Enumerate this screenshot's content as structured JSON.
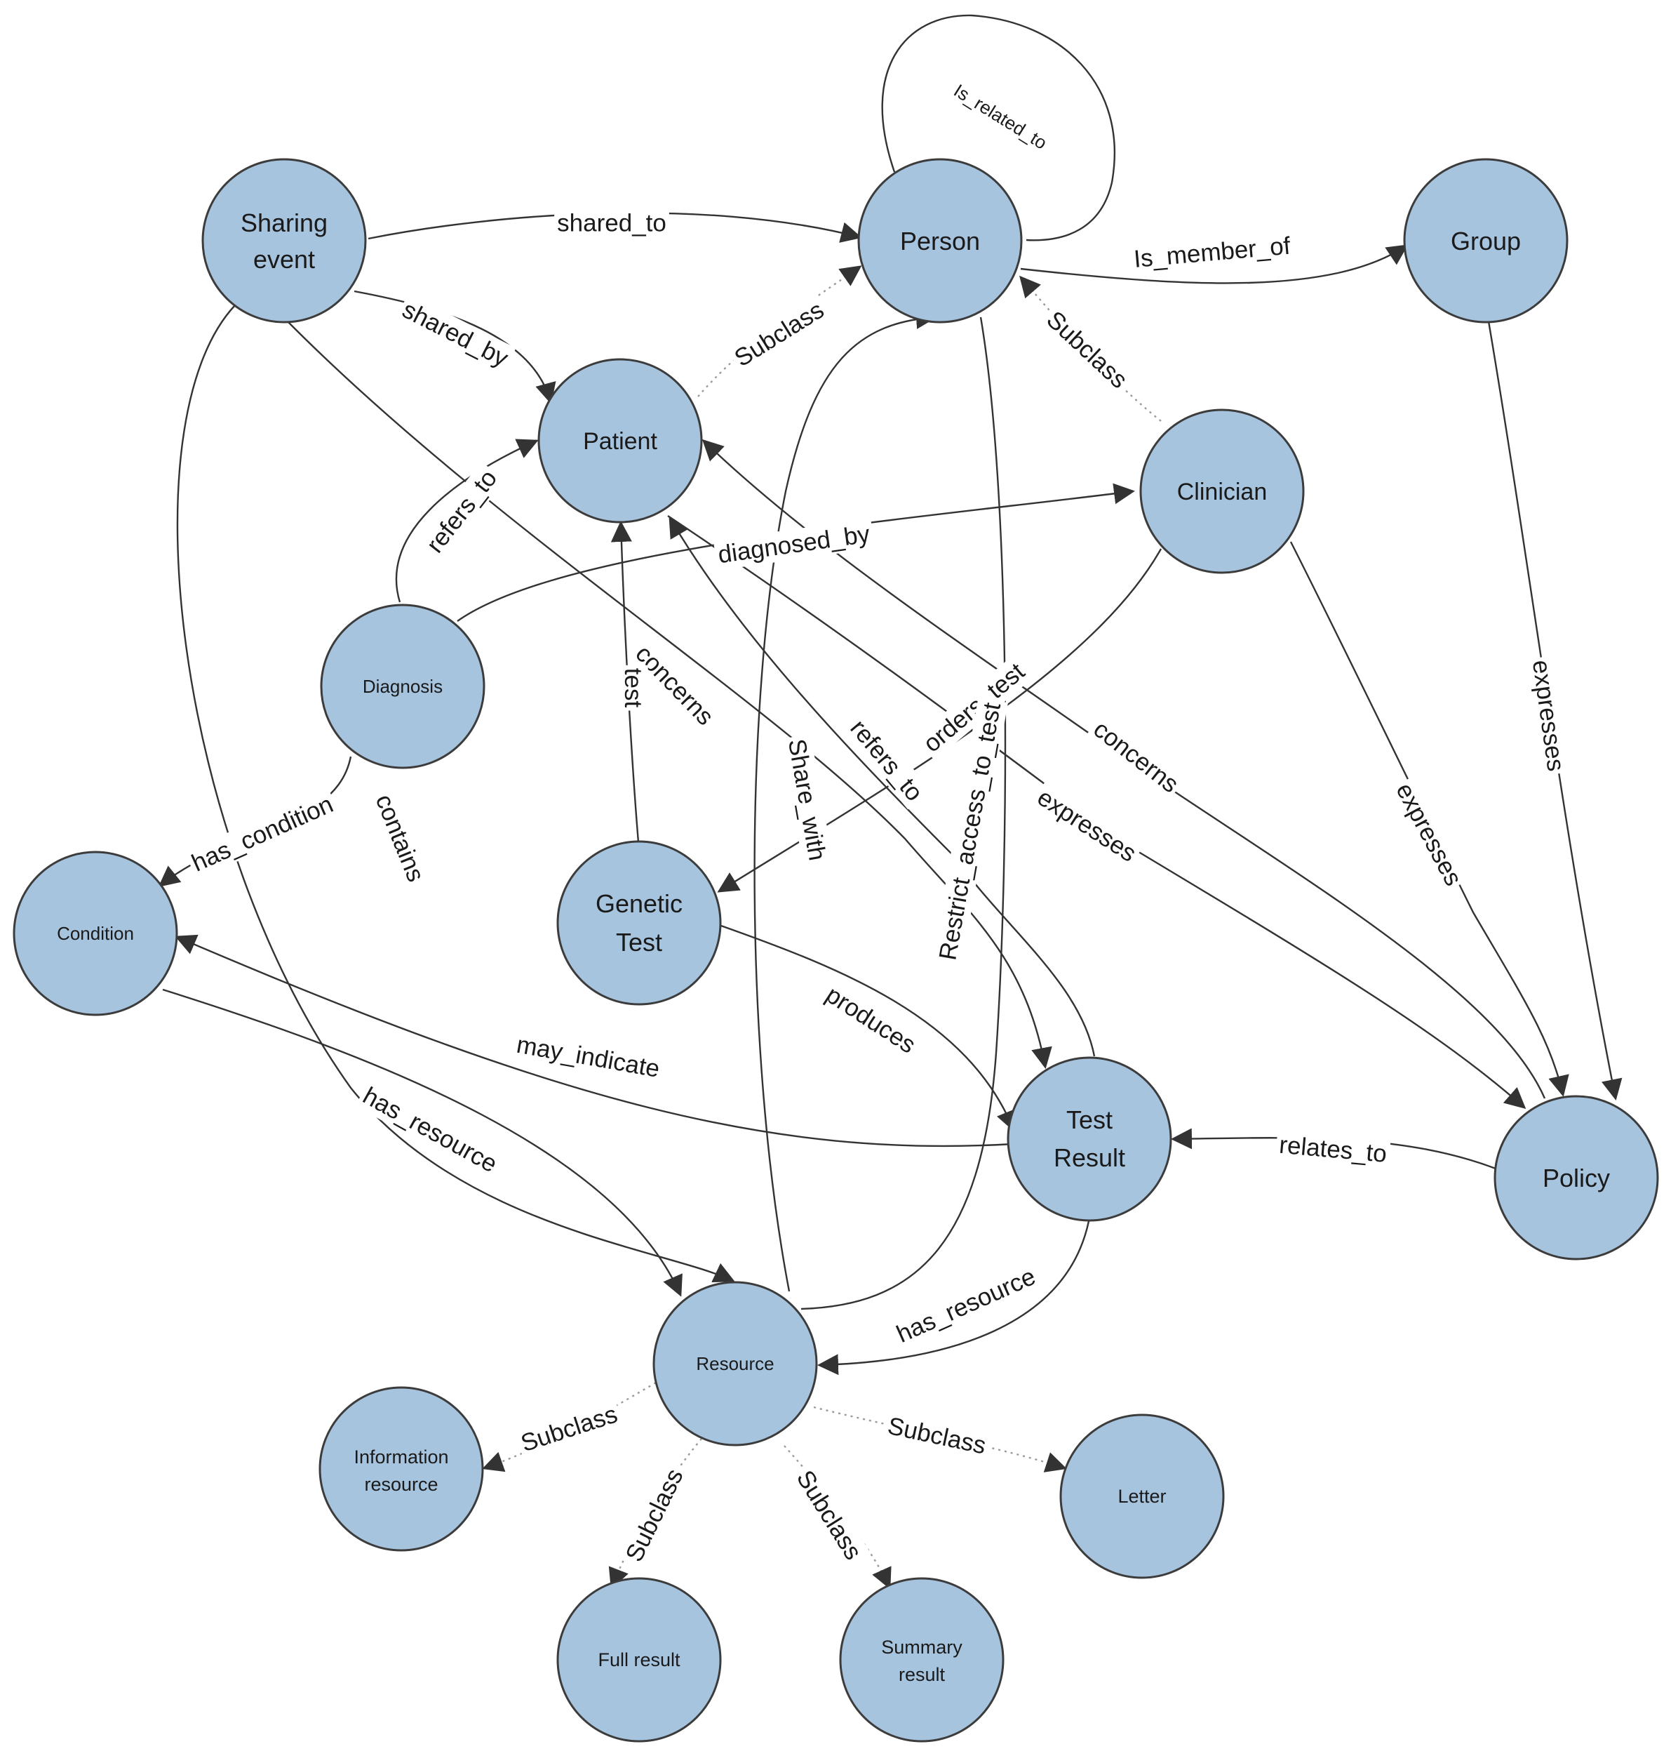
{
  "nodes": {
    "sharing_event": [
      "Sharing",
      "event"
    ],
    "person": [
      "Person"
    ],
    "group": [
      "Group"
    ],
    "patient": [
      "Patient"
    ],
    "clinician": [
      "Clinician"
    ],
    "diagnosis": [
      "Diagnosis"
    ],
    "condition": [
      "Condition"
    ],
    "genetic_test": [
      "Genetic",
      "Test"
    ],
    "test_result": [
      "Test",
      "Result"
    ],
    "policy": [
      "Policy"
    ],
    "resource": [
      "Resource"
    ],
    "information_resource": [
      "Information",
      "resource"
    ],
    "full_result": [
      "Full result"
    ],
    "summary_result": [
      "Summary",
      "result"
    ],
    "letter": [
      "Letter"
    ]
  },
  "edges": {
    "shared_to": "shared_to",
    "shared_by": "shared_by",
    "is_related_to": "Is_related_to",
    "is_member_of": "Is_member_of",
    "patient_subclass_person": "Subclass",
    "clinician_subclass_person": "Subclass",
    "diagnosis_refers_to": "refers_to",
    "diagnosed_by": "diagnosed_by",
    "has_condition": "has_condition",
    "contains": "contains",
    "sharing_concerns": "concerns",
    "test": "test",
    "share_with": "Share_with",
    "result_refers_to": "refers_to",
    "orders_test": "orders_test",
    "restrict_access_to_test": "Restrict_access_to_test",
    "policy_concerns": "concerns",
    "patient_expresses": "expresses",
    "clinician_expresses": "expresses",
    "group_expresses": "expresses",
    "produces": "produces",
    "may_indicate": "may_indicate",
    "condition_has_resource": "has_resource",
    "relates_to": "relates_to",
    "result_has_resource": "has_resource",
    "info_subclass": "Subclass",
    "full_subclass": "Subclass",
    "summary_subclass": "Subclass",
    "letter_subclass": "Subclass"
  }
}
